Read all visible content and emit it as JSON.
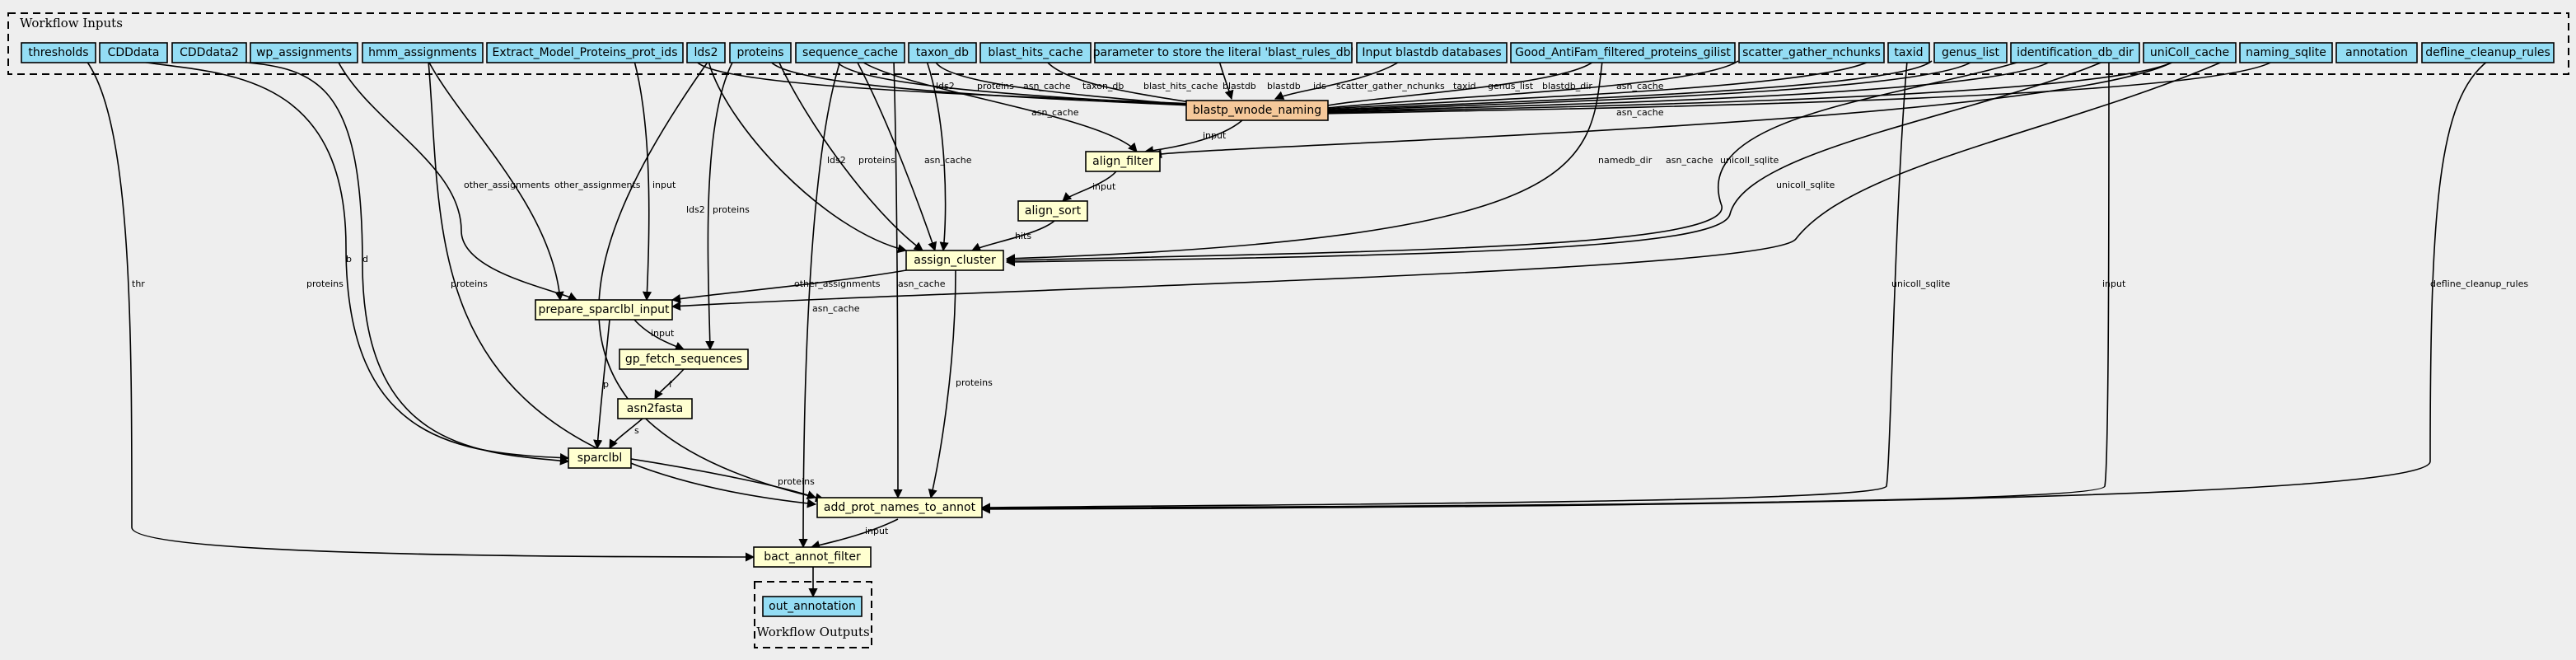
{
  "clusters": {
    "inputs_label": "Workflow Inputs",
    "outputs_label": "Workflow Outputs"
  },
  "nodes": {
    "thresholds": "thresholds",
    "cdddata": "CDDdata",
    "cdddata2": "CDDdata2",
    "wp_assignments": "wp_assignments",
    "hmm_assignments": "hmm_assignments",
    "extract_model_proteins": "Extract_Model_Proteins_prot_ids",
    "lds2": "lds2",
    "proteins": "proteins",
    "sequence_cache": "sequence_cache",
    "taxon_db": "taxon_db",
    "blast_hits_cache": "blast_hits_cache",
    "blast_rules_param": "parameter to store the literal 'blast_rules_db'",
    "input_blastdb": "Input blastdb databases",
    "good_antifam": "Good_AntiFam_filtered_proteins_gilist",
    "scatter_gather": "scatter_gather_nchunks",
    "taxid": "taxid",
    "genus_list": "genus_list",
    "identification_db_dir": "identification_db_dir",
    "unicoll_cache": "uniColl_cache",
    "naming_sqlite": "naming_sqlite",
    "annotation": "annotation",
    "defline_cleanup_rules": "defline_cleanup_rules",
    "blastp_wnode_naming": "blastp_wnode_naming",
    "align_filter": "align_filter",
    "align_sort": "align_sort",
    "assign_cluster": "assign_cluster",
    "prepare_sparclbl_input": "prepare_sparclbl_input",
    "gp_fetch_sequences": "gp_fetch_sequences",
    "asn2fasta": "asn2fasta",
    "sparclbl": "sparclbl",
    "add_prot_names_to_annot": "add_prot_names_to_annot",
    "bact_annot_filter": "bact_annot_filter",
    "out_annotation": "out_annotation"
  },
  "edge_labels": {
    "lds2": "lds2",
    "proteins": "proteins",
    "asn_cache": "asn_cache",
    "taxon_db": "taxon_db",
    "blast_hits_cache": "blast_hits_cache",
    "blastdb": "blastdb",
    "ids": "ids",
    "scatter_gather_nchunks": "scatter_gather_nchunks",
    "taxid": "taxid",
    "genus_list": "genus_list",
    "blastdb_dir": "blastdb_dir",
    "input": "input",
    "hits": "hits",
    "namedb_dir": "namedb_dir",
    "unicoll_sqlite": "unicoll_sqlite",
    "other_assignments": "other_assignments",
    "b": "b",
    "d": "d",
    "p": "p",
    "s": "s",
    "f": "f",
    "thr": "thr",
    "defline_cleanup_rules": "defline_cleanup_rules"
  }
}
